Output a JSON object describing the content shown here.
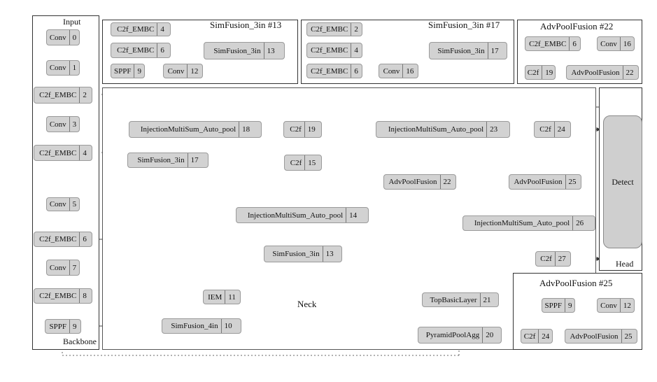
{
  "sections": {
    "input": "Input",
    "backbone": "Backbone",
    "neck": "Neck",
    "head": "Head"
  },
  "panels": {
    "simfusion13": "SimFusion_3in #13",
    "simfusion17": "SimFusion_3in #17",
    "advpool22": "AdvPoolFusion #22",
    "advpool25": "AdvPoolFusion #25"
  },
  "nodes": {
    "b_conv0": {
      "name": "Conv",
      "id": "0"
    },
    "b_conv1": {
      "name": "Conv",
      "id": "1"
    },
    "b_c2f2": {
      "name": "C2f_EMBC",
      "id": "2"
    },
    "b_conv3": {
      "name": "Conv",
      "id": "3"
    },
    "b_c2f4": {
      "name": "C2f_EMBC",
      "id": "4"
    },
    "b_conv5": {
      "name": "Conv",
      "id": "5"
    },
    "b_c2f6": {
      "name": "C2f_EMBC",
      "id": "6"
    },
    "b_conv7": {
      "name": "Conv",
      "id": "7"
    },
    "b_c2f8": {
      "name": "C2f_EMBC",
      "id": "8"
    },
    "b_sppf9": {
      "name": "SPPF",
      "id": "9"
    },
    "p13_c2f4": {
      "name": "C2f_EMBC",
      "id": "4"
    },
    "p13_c2f6": {
      "name": "C2f_EMBC",
      "id": "6"
    },
    "p13_sppf9": {
      "name": "SPPF",
      "id": "9"
    },
    "p13_conv": {
      "name": "Conv",
      "id": "12"
    },
    "p13_sim": {
      "name": "SimFusion_3in",
      "id": "13"
    },
    "p17_c2f2": {
      "name": "C2f_EMBC",
      "id": "2"
    },
    "p17_c2f4": {
      "name": "C2f_EMBC",
      "id": "4"
    },
    "p17_c2f6": {
      "name": "C2f_EMBC",
      "id": "6"
    },
    "p17_conv": {
      "name": "Conv",
      "id": "16"
    },
    "p17_sim": {
      "name": "SimFusion_3in",
      "id": "17"
    },
    "p22_c2f6": {
      "name": "C2f_EMBC",
      "id": "6"
    },
    "p22_c2f19": {
      "name": "C2f",
      "id": "19"
    },
    "p22_conv": {
      "name": "Conv",
      "id": "16"
    },
    "p22_adv": {
      "name": "AdvPoolFusion",
      "id": "22"
    },
    "p25_sppf": {
      "name": "SPPF",
      "id": "9"
    },
    "p25_conv": {
      "name": "Conv",
      "id": "12"
    },
    "p25_c2f24": {
      "name": "C2f",
      "id": "24"
    },
    "p25_adv": {
      "name": "AdvPoolFusion",
      "id": "25"
    },
    "n_inj18": {
      "name": "InjectionMultiSum_Auto_pool",
      "id": "18"
    },
    "n_sim17": {
      "name": "SimFusion_3in",
      "id": "17"
    },
    "n_c2f19": {
      "name": "C2f",
      "id": "19"
    },
    "n_c2f15": {
      "name": "C2f",
      "id": "15"
    },
    "n_inj14": {
      "name": "InjectionMultiSum_Auto_pool",
      "id": "14"
    },
    "n_sim13": {
      "name": "SimFusion_3in",
      "id": "13"
    },
    "n_iem11": {
      "name": "IEM",
      "id": "11"
    },
    "n_sim4_10": {
      "name": "SimFusion_4in",
      "id": "10"
    },
    "n_inj23": {
      "name": "InjectionMultiSum_Auto_pool",
      "id": "23"
    },
    "n_c2f24": {
      "name": "C2f",
      "id": "24"
    },
    "n_adv22": {
      "name": "AdvPoolFusion",
      "id": "22"
    },
    "n_adv25": {
      "name": "AdvPoolFusion",
      "id": "25"
    },
    "n_inj26": {
      "name": "InjectionMultiSum_Auto_pool",
      "id": "26"
    },
    "n_c2f27": {
      "name": "C2f",
      "id": "27"
    },
    "n_top21": {
      "name": "TopBasicLayer",
      "id": "21"
    },
    "n_pyr20": {
      "name": "PyramidPoolAgg",
      "id": "20"
    },
    "detect": {
      "name": "Detect"
    }
  }
}
